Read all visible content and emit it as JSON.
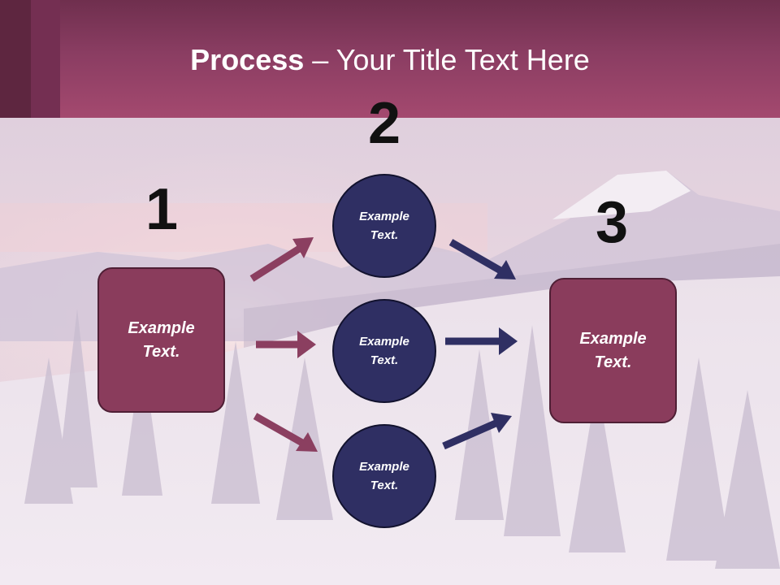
{
  "slide": {
    "title_bold": "Process",
    "title_rest": " – Your Title Text Here"
  },
  "steps": {
    "num1": "1",
    "num2": "2",
    "num3": "3"
  },
  "nodes": {
    "left_box": {
      "line1": "Example",
      "line2": "Text."
    },
    "circle_top": {
      "line1": "Example",
      "line2": "Text."
    },
    "circle_mid": {
      "line1": "Example",
      "line2": "Text."
    },
    "circle_bot": {
      "line1": "Example",
      "line2": "Text."
    },
    "right_box": {
      "line1": "Example",
      "line2": "Text."
    }
  },
  "colors": {
    "accent_maroon": "#8a3c5c",
    "accent_navy": "#2f2f63",
    "header": "#a4496f",
    "arrow_maroon": "#8b3f60",
    "arrow_navy": "#2f2f63"
  }
}
